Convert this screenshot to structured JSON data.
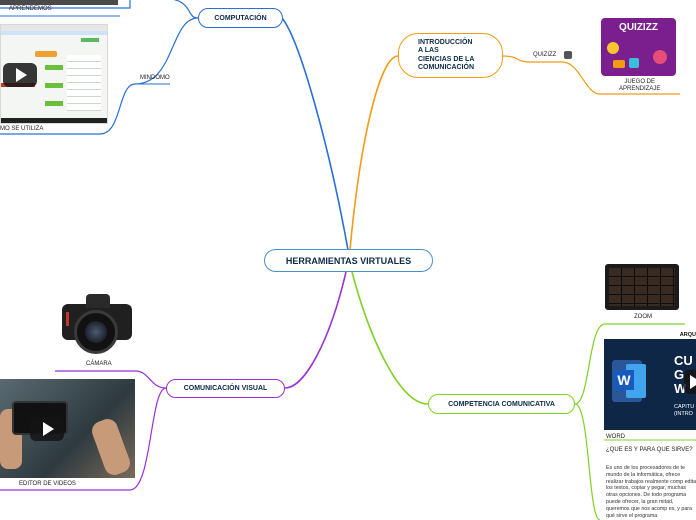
{
  "central": "HERRAMIENTAS VIRTUALES",
  "branches": {
    "computacion": "COMPUTACIÓN",
    "intro": [
      "INTRODUCCIÓN",
      "A LAS",
      "CIENCIAS DE LA",
      "COMUNICACIÓN"
    ],
    "comunicacion_visual": "COMUNICACIÓN VISUAL",
    "competencia": "COMPETENCIA COMUNICATIVA"
  },
  "topics": {
    "aprendemos": "APRENDEMOS",
    "mindomo": "MINDOMO",
    "mo_se_utiliza": "MO SE UTILIZA",
    "quizizz": "QUIZIZZ",
    "juego": [
      "JUEGO DE",
      "APRENDIZAJE"
    ],
    "zoom": "ZOOM",
    "camara": "CÁMARA",
    "editor": "EDITOR DE VIDEOS",
    "word": "WORD",
    "que_es": "¿QUE ES Y PARA QUE SIRVE?"
  },
  "images": {
    "quizizz_logo": "QUIZIZZ",
    "word_header": "ARQU",
    "word_letter": "W",
    "word_title_lines": [
      "CU",
      "G",
      "W"
    ],
    "word_sub_lines": [
      "CAPITU",
      "(INTRO"
    ]
  },
  "word_paragraph": "Es uno de los procesadores de te mundo de la informática, ofrece realizar trabajos realmente comp editar los textos, copiar y pegar, muchas otras opciones. De todo programa puede ofrecer, la gran mitad, queremos que nos acomp es, y para qué sirve el programa",
  "colors": {
    "computacion": "#2a6fd6",
    "intro": "#f39c12",
    "comunicacion_visual": "#9b30d9",
    "competencia": "#7ed321",
    "central_border": "#4a90c8",
    "text_dark": "#0c2a4a"
  }
}
